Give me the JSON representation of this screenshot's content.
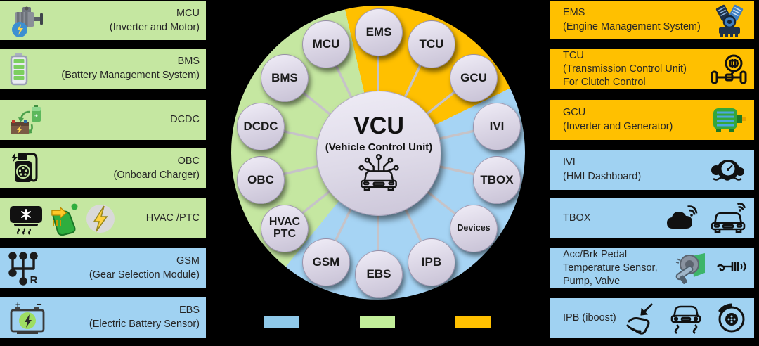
{
  "colors": {
    "green": "#C5E7A1",
    "blue": "#A0D2F2",
    "orange": "#FFC000",
    "node_fill": "#DDD8E7",
    "connector": "#C6C3C8",
    "background": "#000000"
  },
  "left_panels": [
    {
      "title": "MCU",
      "line2": "(Inverter and Motor)",
      "color": "green",
      "icon": "motor-icon"
    },
    {
      "title": "BMS",
      "line2": "(Battery Management System)",
      "color": "green",
      "icon": "battery-icon"
    },
    {
      "title": "DCDC",
      "color": "green",
      "icon": "dcdc-converter-icon"
    },
    {
      "title": "OBC",
      "line2": "(Onboard Charger)",
      "color": "green",
      "icon": "ev-charger-icon"
    },
    {
      "title": "HVAC /PTC",
      "color": "green",
      "icon": "ac-unit-icon, heated-seat-icon, ptc-bolt-icon"
    },
    {
      "title": "GSM",
      "line2": "(Gear Selection Module)",
      "color": "blue",
      "icon": "gear-shifter-icon"
    },
    {
      "title": "EBS",
      "line2": "(Electric Battery Sensor)",
      "color": "blue",
      "icon": "car-battery-icon"
    }
  ],
  "right_panels": [
    {
      "title": "EMS",
      "line2": "(Engine Management System)",
      "color": "orange",
      "icon": "engine-icon"
    },
    {
      "title": "TCU",
      "line2": "(Transmission Control Unit)",
      "line3": "For Clutch Control",
      "color": "orange",
      "icon": "transmission-icon"
    },
    {
      "title": "GCU",
      "line2": "(Inverter and Generator)",
      "color": "orange",
      "icon": "generator-icon"
    },
    {
      "title": "IVI",
      "line2": "(HMI Dashboard)",
      "color": "blue",
      "icon": "dashboard-icon"
    },
    {
      "title": "TBOX",
      "color": "blue",
      "icon": "cloud-wifi-icon, car-wifi-icon"
    },
    {
      "title": "Acc/Brk Pedal",
      "line2": "Temperature Sensor,",
      "line3": "Pump, Valve",
      "color": "blue",
      "icon": "pedal-sensor-icon, valve-icon"
    },
    {
      "title": "IPB (iboost)",
      "color": "blue",
      "icon": "brake-pedal-icon, skid-car-icon, brake-disc-icon"
    }
  ],
  "hub": {
    "title": "VCU",
    "subtitle": "(Vehicle Control Unit)"
  },
  "ring_nodes": [
    {
      "label": "EMS",
      "sector": "orange"
    },
    {
      "label": "TCU",
      "sector": "orange"
    },
    {
      "label": "GCU",
      "sector": "orange"
    },
    {
      "label": "IVI",
      "sector": "blue"
    },
    {
      "label": "TBOX",
      "sector": "blue"
    },
    {
      "label": "Devices",
      "sector": "blue"
    },
    {
      "label": "IPB",
      "sector": "blue"
    },
    {
      "label": "EBS",
      "sector": "blue"
    },
    {
      "label": "GSM",
      "sector": "blue"
    },
    {
      "label": "HVAC",
      "label2": "PTC",
      "sector": "green"
    },
    {
      "label": "OBC",
      "sector": "green"
    },
    {
      "label": "DCDC",
      "sector": "green"
    },
    {
      "label": "BMS",
      "sector": "green"
    },
    {
      "label": "MCU",
      "sector": "green"
    }
  ],
  "legend": [
    {
      "name": "blue",
      "color": "#8FC9E9"
    },
    {
      "name": "green",
      "color": "#C2EE9A"
    },
    {
      "name": "orange",
      "color": "#FFC000"
    }
  ]
}
